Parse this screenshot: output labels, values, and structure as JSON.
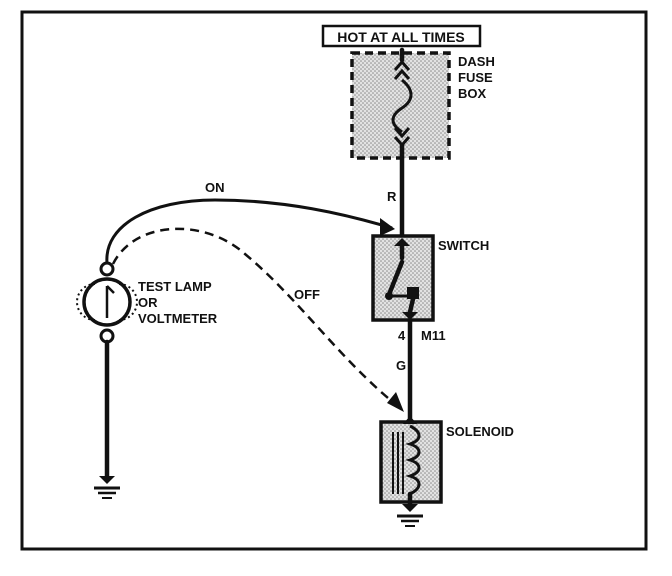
{
  "header": {
    "label": "HOT AT ALL TIMES"
  },
  "fuse_box": {
    "line1": "DASH",
    "line2": "FUSE",
    "line3": "BOX"
  },
  "wires": {
    "upper_color": "R",
    "lower_color": "G",
    "pin": "4",
    "connector": "M11"
  },
  "switch": {
    "label": "SWITCH"
  },
  "solenoid": {
    "label": "SOLENOID"
  },
  "test_lamp": {
    "line1": "TEST LAMP",
    "line2": "OR",
    "line3": "VOLTMETER"
  },
  "probe_states": {
    "on": "ON",
    "off": "OFF"
  },
  "colors": {
    "ink": "#111111",
    "fill": "#d4d4d4",
    "background": "#ffffff"
  }
}
